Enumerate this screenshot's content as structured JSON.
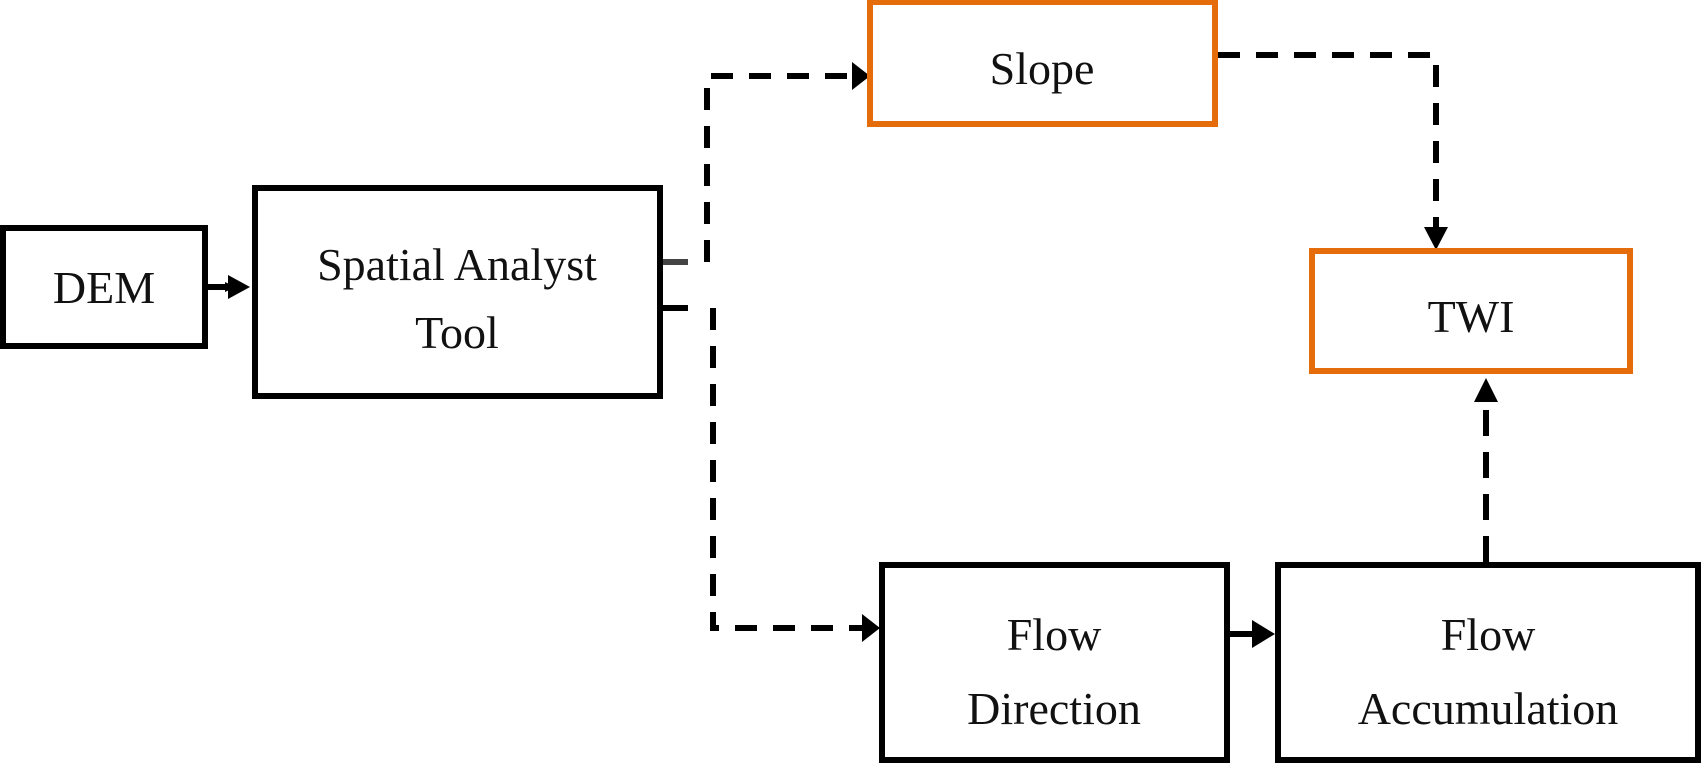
{
  "diagram": {
    "type": "flowchart",
    "colors": {
      "default_border": "#000000",
      "highlight_border": "#E46C0A",
      "text": "#111111",
      "connector": "#000000"
    },
    "nodes": [
      {
        "id": "dem",
        "lines": [
          "DEM"
        ],
        "style": "default"
      },
      {
        "id": "spatial",
        "lines": [
          "Spatial Analyst",
          "Tool"
        ],
        "style": "default"
      },
      {
        "id": "slope",
        "lines": [
          "Slope"
        ],
        "style": "highlight"
      },
      {
        "id": "twi",
        "lines": [
          "TWI"
        ],
        "style": "highlight"
      },
      {
        "id": "flowdir",
        "lines": [
          "Flow",
          "Direction"
        ],
        "style": "default"
      },
      {
        "id": "flowacc",
        "lines": [
          "Flow",
          "Accumulation"
        ],
        "style": "default"
      }
    ],
    "edges": [
      {
        "from": "dem",
        "to": "spatial",
        "style": "solid"
      },
      {
        "from": "spatial",
        "to": "slope",
        "style": "dashed"
      },
      {
        "from": "spatial",
        "to": "flowdir",
        "style": "dashed"
      },
      {
        "from": "slope",
        "to": "twi",
        "style": "dashed"
      },
      {
        "from": "flowdir",
        "to": "flowacc",
        "style": "solid"
      },
      {
        "from": "flowacc",
        "to": "twi",
        "style": "dashed"
      }
    ]
  }
}
